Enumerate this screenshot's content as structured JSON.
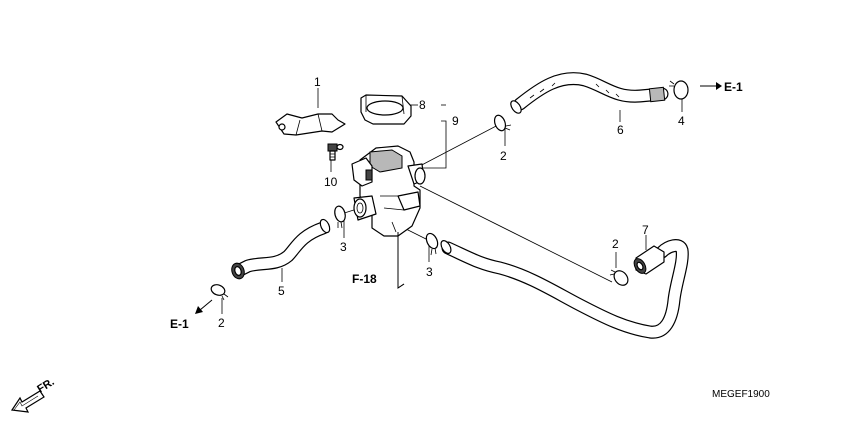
{
  "callouts": {
    "p1": "1",
    "p2a": "2",
    "p2b": "2",
    "p2c": "2",
    "p3a": "3",
    "p3b": "3",
    "p4": "4",
    "p5": "5",
    "p6": "6",
    "p7": "7",
    "p8": "8",
    "p9": "9",
    "p10": "10"
  },
  "refs": {
    "e1_top": "E-1",
    "e1_bottom": "E-1",
    "f18": "F-18"
  },
  "front_marker": "FR.",
  "diagram_code": "MEGEF1900"
}
